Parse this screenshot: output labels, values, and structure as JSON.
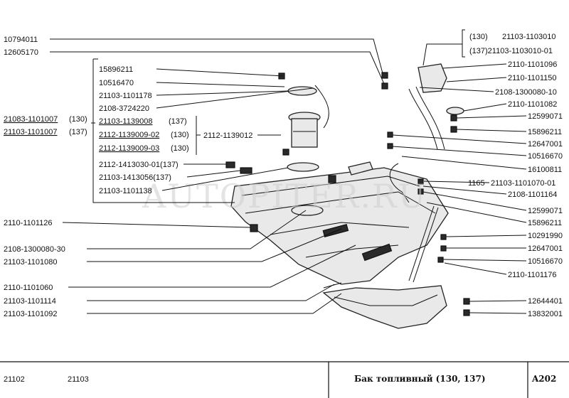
{
  "watermark": "AUTOPITER.RU",
  "footer": {
    "model_1": "21102",
    "model_2": "21103",
    "title": "Бак топливный (130, 137)",
    "page_code": "A202"
  },
  "labels": {
    "l_10794011": "10794011",
    "l_12605170": "12605170",
    "l_15896211_a": "15896211",
    "l_10516470": "10516470",
    "l_21103_1101178": "21103-1101178",
    "l_2108_3724220": "2108-3724220",
    "l_21083_1101007": "21083-1101007",
    "l_21083_1101007_note": "(130)",
    "l_21103_1101007": "21103-1101007",
    "l_21103_1101007_note": "(137)",
    "l_21103_1139008": "21103-1139008",
    "l_21103_1139008_note": "(137)",
    "l_2112_1139009_02": "2112-1139009-02",
    "l_2112_1139009_02_note": "(130)",
    "l_2112_1139009_03": "2112-1139009-03",
    "l_2112_1139009_03_note": "(130)",
    "l_2112_1139012": "2112-1139012",
    "l_2112_1413030_01": "2112-1413030-01(137)",
    "l_21103_1413056": "21103-1413056(137)",
    "l_21103_1101138": "21103-1101138",
    "l_2110_1101126": "2110-1101126",
    "l_2108_1300080_30": "2108-1300080-30",
    "l_21103_1101080": "21103-1101080",
    "l_2110_1101060": "2110-1101060",
    "l_21103_1101114": "21103-1101114",
    "l_21103_1101092": "21103-1101092",
    "r_130": "(130)",
    "r_21103_1103010": "21103-1103010",
    "r_137_21103_1103010_01": "(137)21103-1103010-01",
    "r_2110_1101096": "2110-1101096",
    "r_2110_1101150": "2110-1101150",
    "r_2108_1300080_10": "2108-1300080-10",
    "r_2110_1101082": "2110-1101082",
    "r_12599071_a": "12599071",
    "r_15896211_b": "15896211",
    "r_12647001_a": "12647001",
    "r_10516670_a": "10516670",
    "r_16100811": "16100811",
    "r_1165": "1165",
    "r_21103_1101070_01": "21103-1101070-01",
    "r_2108_1101164": "2108-1101164",
    "r_12599071_b": "12599071",
    "r_15896211_c": "15896211",
    "r_10291990": "10291990",
    "r_12647001_b": "12647001",
    "r_10516670_b": "10516670",
    "r_2110_1101176": "2110-1101176",
    "r_12644401": "12644401",
    "r_13832001": "13832001"
  }
}
